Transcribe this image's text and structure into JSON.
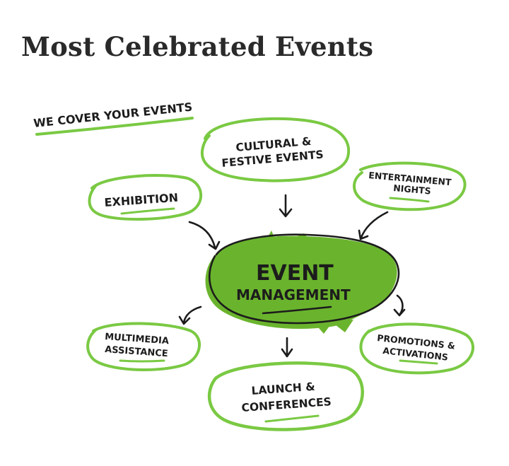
{
  "heading": "Most Celebrated Events",
  "diagram": {
    "tagline": "WE COVER YOUR EVENTS",
    "center": {
      "line1": "EVENT",
      "line2": "MANAGEMENT"
    },
    "nodes": {
      "cultural": {
        "line1": "CULTURAL &",
        "line2": "FESTIVE EVENTS"
      },
      "exhibition": {
        "line1": "EXHIBITION"
      },
      "entertainment": {
        "line1": "ENTERTAINMENT",
        "line2": "NIGHTS"
      },
      "multimedia": {
        "line1": "MULTIMEDIA",
        "line2": "ASSISTANCE"
      },
      "launch": {
        "line1": "LAUNCH &",
        "line2": "CONFERENCES"
      },
      "promotions": {
        "line1": "PROMOTIONS &",
        "line2": "ACTIVATIONS"
      }
    },
    "colors": {
      "accent": "#7ac943",
      "center_fill": "#6ab42d",
      "ink": "#1c1c1c"
    }
  }
}
